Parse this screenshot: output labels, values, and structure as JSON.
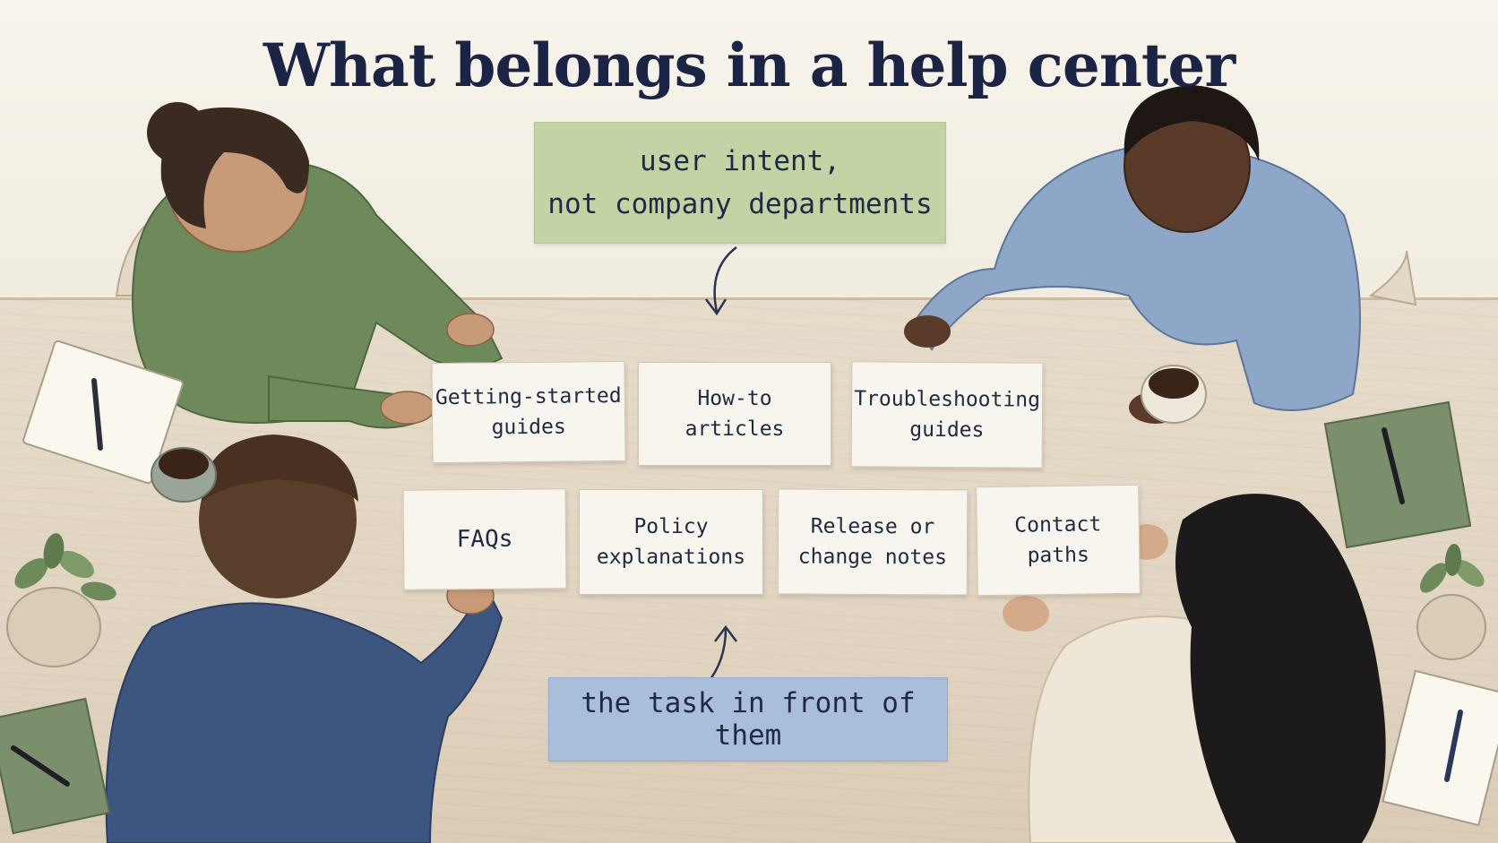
{
  "title": "What belongs in a help center",
  "top_note": {
    "line1": "user intent,",
    "line2": "not company departments"
  },
  "bottom_note": {
    "text": "the task in front of them"
  },
  "cards": [
    {
      "line1": "Getting-started",
      "line2": "guides"
    },
    {
      "line1": "How-to",
      "line2": "articles"
    },
    {
      "line1": "Troubleshooting",
      "line2": "guides"
    },
    {
      "line1": "FAQs",
      "line2": ""
    },
    {
      "line1": "Policy",
      "line2": "explanations"
    },
    {
      "line1": "Release or",
      "line2": "change notes"
    },
    {
      "line1": "Contact",
      "line2": "paths"
    }
  ],
  "colors": {
    "title": "#1b2444",
    "top_note": "#c4d3a5",
    "bottom_note": "#a9bedb",
    "card": "#f8f5ee",
    "table": "#e1d4c1",
    "wall": "#f3efe4"
  }
}
